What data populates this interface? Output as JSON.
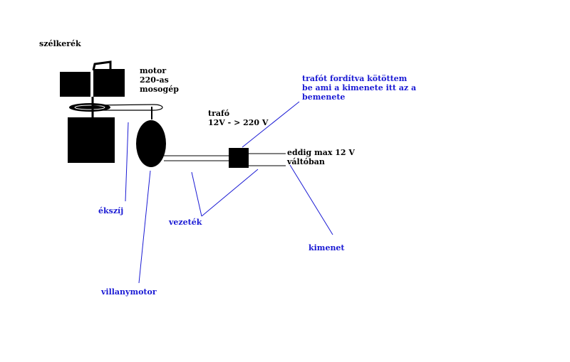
{
  "labels": {
    "windwheel": "szélkerék",
    "motor_line1": "motor",
    "motor_line2": "220-as",
    "motor_line3": "mosogép",
    "trafo_line1": "trafó",
    "trafo_line2": "12V - > 220 V",
    "note_line1": "trafót fordítva kötöttem",
    "note_line2": "be ami a kimenete itt az a",
    "note_line3": "bemenete",
    "eddig_line1": "eddig max 12 V",
    "eddig_line2": "váltóban",
    "belt": "ékszíj",
    "wire": "vezeték",
    "output": "kimenet",
    "electric_motor": "villanymotor"
  },
  "colors": {
    "drawing": "#000000",
    "annotation": "#1a1ad4",
    "background": "#ffffff"
  }
}
